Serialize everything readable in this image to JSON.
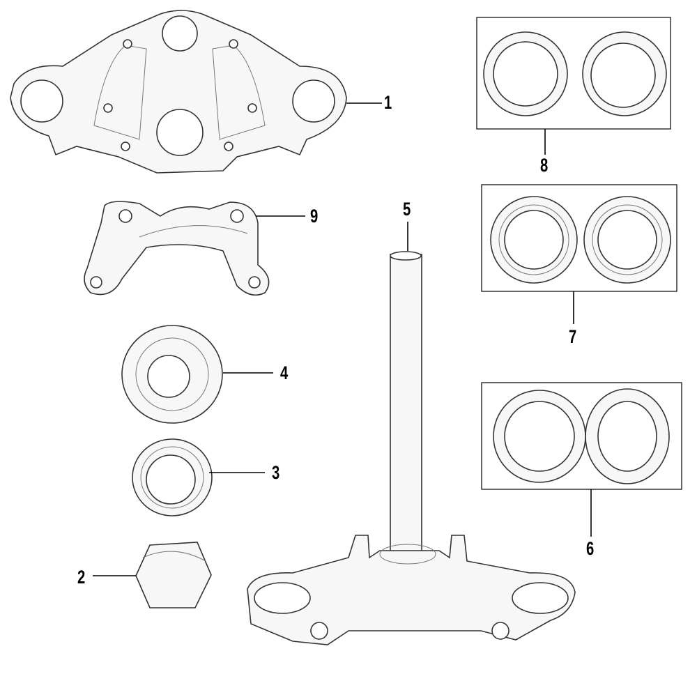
{
  "diagram": {
    "callouts": {
      "upper_triple_clamp": "1",
      "stem_nut": "2",
      "bearing_race_lower": "3",
      "adjusting_nut": "4",
      "steering_stem": "5",
      "ball_bearing_cages": "6",
      "bearing_cups": "7",
      "bearing_races": "8",
      "handlebar_bracket": "9"
    },
    "colors": {
      "line": "#000000",
      "part_fill": "#f7f7f7"
    }
  }
}
